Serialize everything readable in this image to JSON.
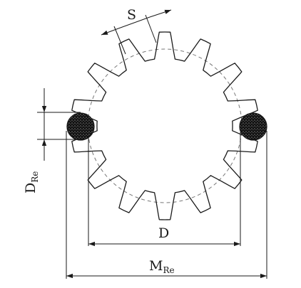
{
  "diagram": {
    "labels": {
      "s": "S",
      "d": "D",
      "d_re_main": "D",
      "d_re_sub": "Re",
      "m_re_main": "M",
      "m_re_sub": "Re"
    },
    "gear": {
      "teeth": 14
    },
    "colors": {
      "line": "#1a1a1a",
      "pitch_circle": "#777777",
      "ball_fill": "#1a1a1a"
    }
  }
}
